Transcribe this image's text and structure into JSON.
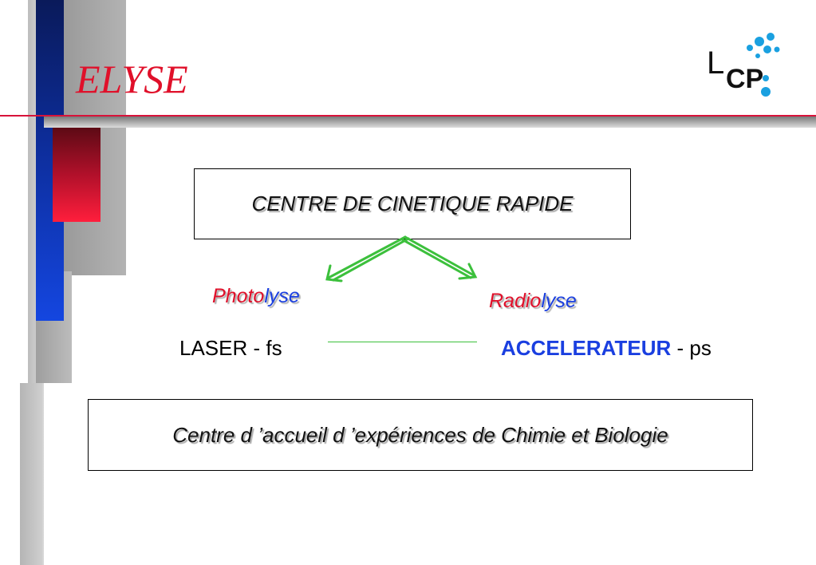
{
  "slide": {
    "title": "ELYSE",
    "logo_text": {
      "l": "L",
      "cp": "CP"
    },
    "center_box": "CENTRE DE CINETIQUE RAPIDE",
    "photolyse": {
      "part1": "Photo",
      "part2": "lyse"
    },
    "radiolyse": {
      "part1": "Radio",
      "part2": "lyse"
    },
    "laser_label": "LASER - fs",
    "accelerateur": {
      "bold": "ACCELERATEUR",
      "suffix": " - ps"
    },
    "bottom_box": "Centre d ’accueil d ’expériences de Chimie et Biologie"
  },
  "colors": {
    "title_red": "#e0102a",
    "accent_blue": "#1a3fe0",
    "arrow_green": "#3cc03c",
    "logo_blue": "#1aa0e0"
  }
}
